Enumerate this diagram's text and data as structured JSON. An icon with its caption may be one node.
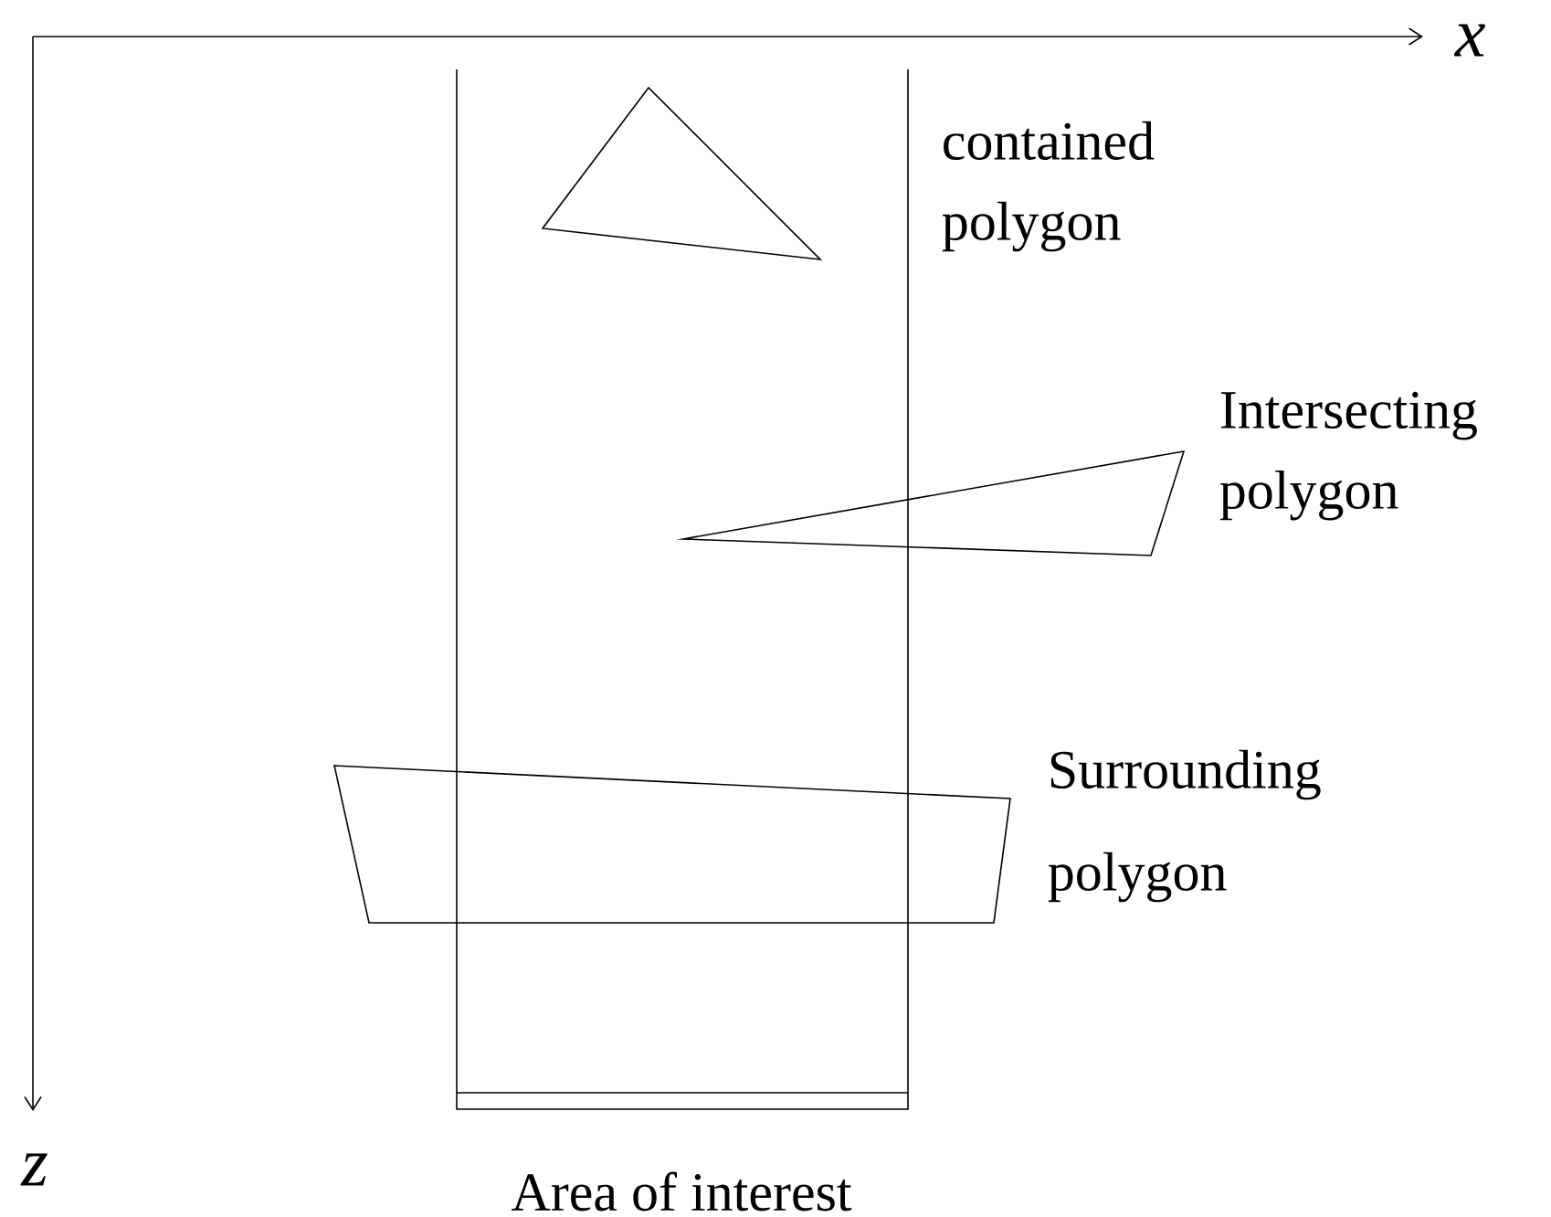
{
  "diagram": {
    "labels": [
      "x",
      "contained polygon",
      "Intersecting polygon",
      "Surrounding polygon",
      "z",
      "Area of interest"
    ]
  }
}
